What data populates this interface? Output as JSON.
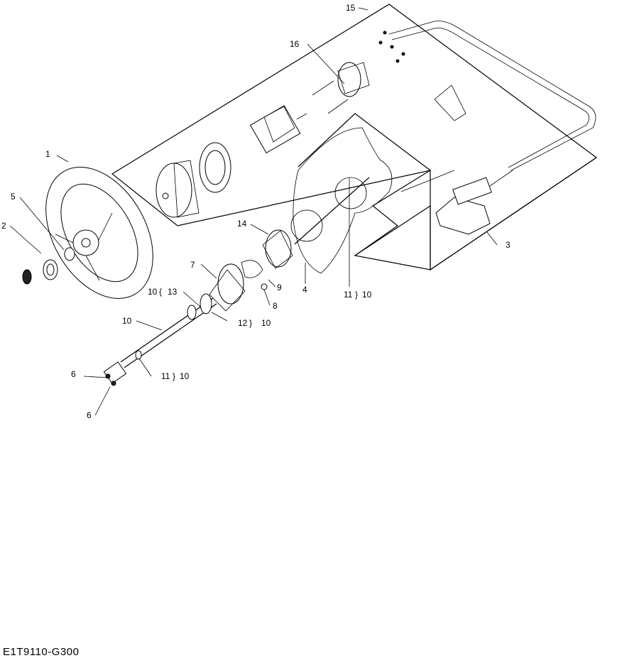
{
  "figure_code": "E1T9110-G300",
  "callouts": {
    "c1": "1",
    "c2": "2",
    "c3": "3",
    "c4": "4",
    "c5": "5",
    "c6a": "6",
    "c6b": "6",
    "c7": "7",
    "c8": "8",
    "c9": "9",
    "c10": "10",
    "c11a": "11",
    "c11a_ref": "10",
    "c11b": "11",
    "c11b_ref": "10",
    "c12": "12",
    "c12_ref": "10",
    "c10_13_a": "10",
    "c10_13_b": "13",
    "c14": "14",
    "c15": "15",
    "c16": "16"
  }
}
